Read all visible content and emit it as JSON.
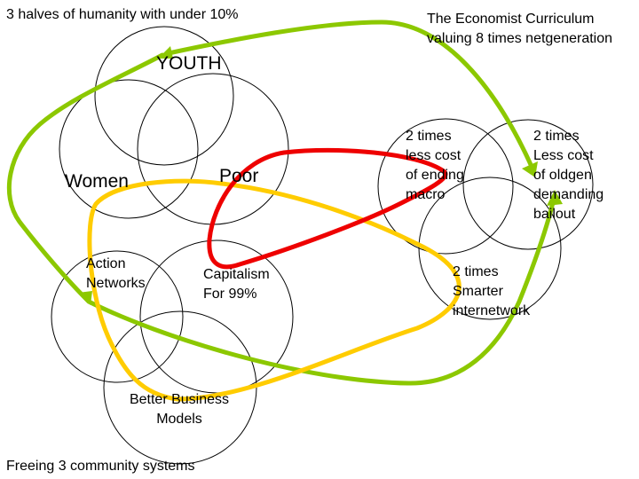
{
  "captions": {
    "top_left": "3 halves of humanity with under 10%",
    "top_right": "The Economist Curriculum\nvaluing 8 times netgeneration",
    "bottom_left": "Freeing 3 community systems"
  },
  "venn_top": {
    "youth": "YOUTH",
    "women": "Women",
    "poor": "Poor"
  },
  "venn_bottom": {
    "action": "Action\nNetworks",
    "capitalism": "Capitalism\nFor 99%",
    "business": "Better Business\nModels"
  },
  "venn_right": {
    "macro": "2 times\nless cost\nof ending\nmacro",
    "oldgen": "2 times\nLess cost\nof oldgen\ndemanding\nbailout",
    "smarter": "2 times\nSmarter\ninternetwork"
  },
  "colors": {
    "circle_stroke": "#000000",
    "green_loop": "#8cc800",
    "yellow_loop": "#ffcc00",
    "red_loop": "#ee0000"
  }
}
